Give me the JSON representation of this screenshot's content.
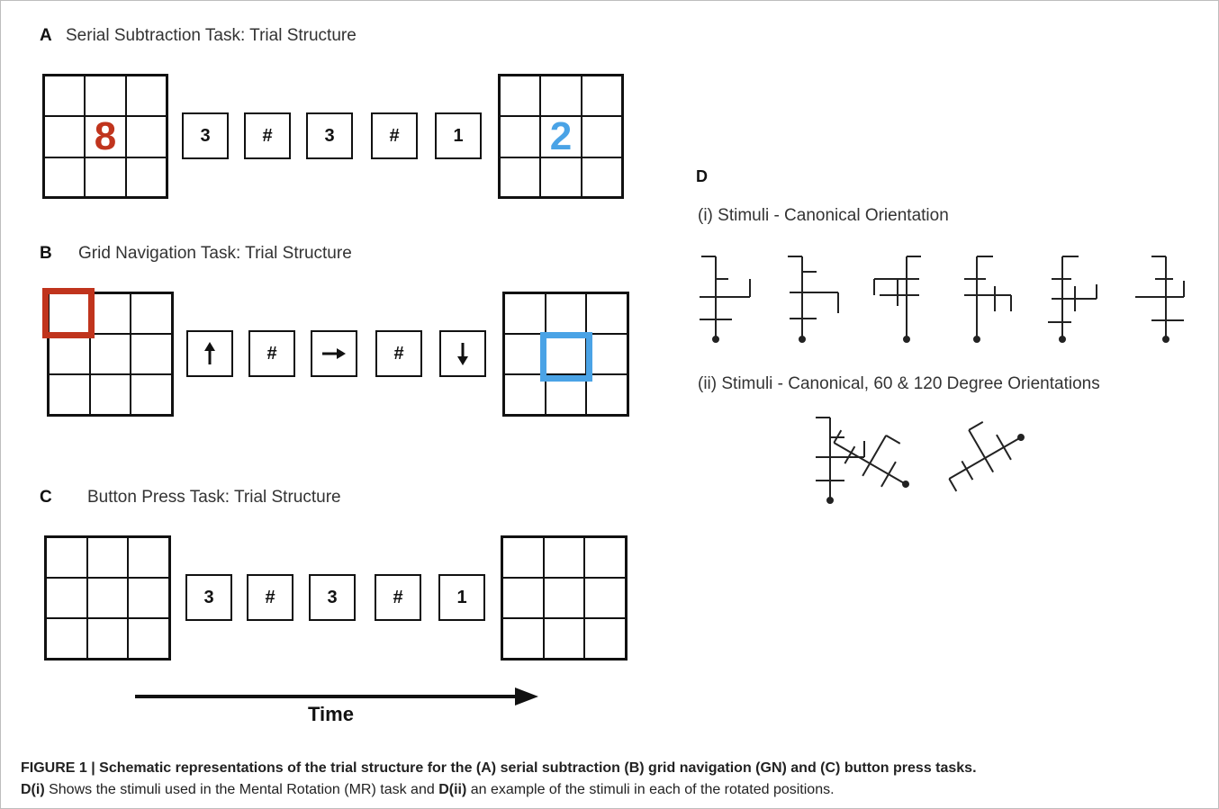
{
  "panels": {
    "a": {
      "letter": "A",
      "title": "Serial Subtraction Task: Trial Structure",
      "start_digit": "8",
      "end_digit": "2",
      "sequence": [
        "3",
        "#",
        "3",
        "#",
        "1"
      ]
    },
    "b": {
      "letter": "B",
      "title": "Grid Navigation Task: Trial Structure",
      "sequence": [
        "up-arrow-icon",
        "#",
        "right-arrow-icon",
        "#",
        "down-arrow-icon"
      ]
    },
    "c": {
      "letter": "C",
      "title": "Button Press Task: Trial Structure",
      "sequence": [
        "3",
        "#",
        "3",
        "#",
        "1"
      ]
    },
    "d": {
      "letter": "D",
      "sub_i": "(i) Stimuli - Canonical Orientation",
      "sub_ii": "(ii) Stimuli - Canonical, 60 & 120 Degree Orientations"
    },
    "time_label": "Time"
  },
  "colors": {
    "start_red": "#c0341d",
    "end_blue": "#4aa3e6",
    "ink": "#111111"
  },
  "caption": {
    "line1": "FIGURE 1 | Schematic representations of the trial structure for the (A) serial subtraction (B) grid navigation (GN) and (C) button press tasks.",
    "line2_b1": "D(i)",
    "line2_t1": " Shows the stimuli used in the Mental Rotation (MR) task and ",
    "line2_b2": "D(ii)",
    "line2_t2": " an example of the stimuli in each of the rotated positions."
  }
}
